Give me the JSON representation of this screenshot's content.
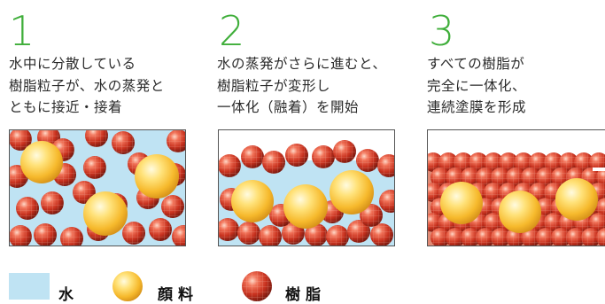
{
  "steps": [
    {
      "number": "1",
      "description": "水中に分散している\n樹脂粒子が、水の蒸発と\nともに接近・接着"
    },
    {
      "number": "2",
      "description": "水の蒸発がさらに進むと、\n樹脂粒子が変形し\n一体化（融着）を開始"
    },
    {
      "number": "3",
      "description": "すべての樹脂が\n完全に一体化、\n連続塗膜を形成"
    }
  ],
  "legend": {
    "water": "水",
    "pigment": "顔料",
    "resin": "樹脂"
  },
  "colors": {
    "number_green": "#3fae3a",
    "water": "#bfe3f3",
    "pigment": "#ffd24a",
    "resin": "#d8442e"
  }
}
